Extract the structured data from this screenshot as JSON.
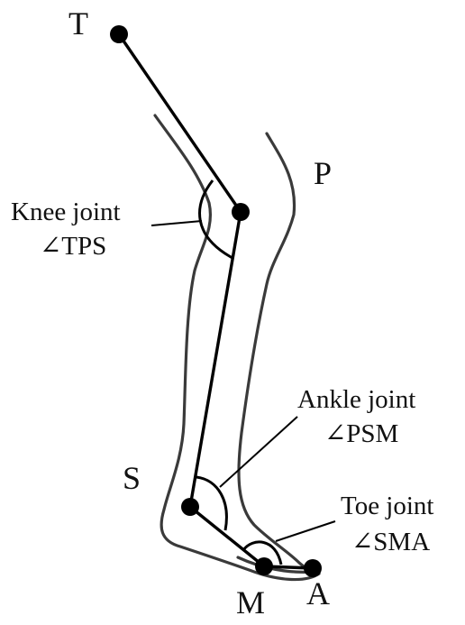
{
  "points": {
    "T": "T",
    "P": "P",
    "S": "S",
    "M": "M",
    "A": "A"
  },
  "annotations": {
    "knee": {
      "title": "Knee joint",
      "angle": "∠TPS"
    },
    "ankle": {
      "title": "Ankle joint",
      "angle": "∠PSM"
    },
    "toe": {
      "title": "Toe joint",
      "angle": "∠SMA"
    }
  },
  "colors": {
    "outline": "#3a3a3a",
    "skeleton": "#000000",
    "text": "#111111"
  }
}
